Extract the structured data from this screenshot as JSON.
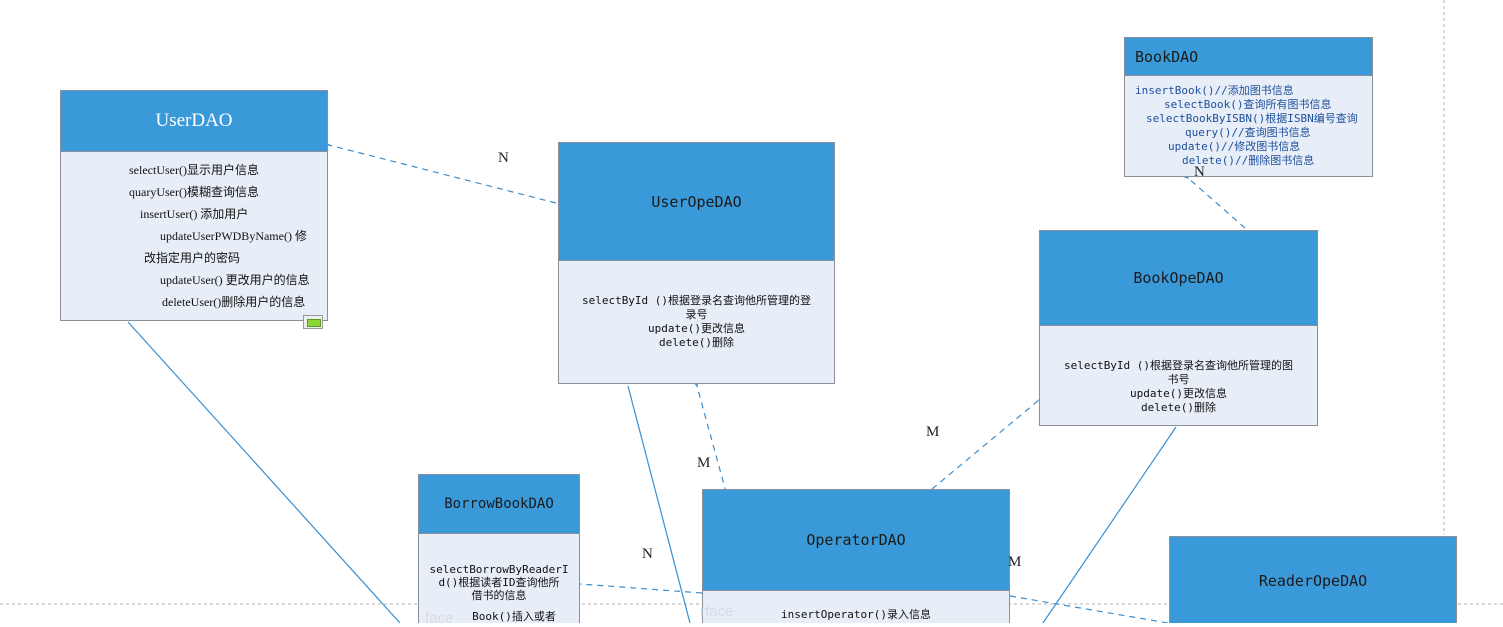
{
  "diagram": {
    "boxes": {
      "userdao": {
        "title": "UserDAO",
        "lines": [
          "selectUser()显示用户信息",
          "quaryUser()模糊查询信息",
          "insertUser() 添加用户",
          "updateUserPWDByName() 修",
          "改指定用户的密码",
          "updateUser() 更改用户的信息",
          "deleteUser()删除用户的信息"
        ]
      },
      "useropedao": {
        "title": "UserOpeDAO",
        "lines": [
          "selectById ()根据登录名查询他所管理的登",
          "录号",
          "update()更改信息",
          "delete()删除"
        ]
      },
      "bookdao": {
        "title": "BookDAO",
        "lines": [
          "insertBook()//添加图书信息",
          "selectBook()查询所有图书信息",
          "selectBookByISBN()根据ISBN编号查询",
          "query()//查询图书信息",
          "update()//修改图书信息",
          "delete()//删除图书信息"
        ]
      },
      "bookopedao": {
        "title": "BookOpeDAO",
        "lines": [
          "selectById ()根据登录名查询他所管理的图",
          "书号",
          "update()更改信息",
          "delete()删除"
        ]
      },
      "borrowbookdao": {
        "title": "BorrowBookDAO",
        "lines": [
          "selectBorrowByReaderI",
          "d()根据读者ID查询他所",
          "借书的信息",
          "Book()插入或者"
        ]
      },
      "operatordao": {
        "title": "OperatorDAO",
        "lines": [
          "insertOperator()录入信息"
        ]
      },
      "readeropedao": {
        "title": "ReaderOpeDAO",
        "lines": []
      }
    },
    "multiplicities": {
      "m1": "N",
      "m2": "N",
      "m3": "M",
      "m4": "M",
      "m5": "N",
      "m6": "M"
    },
    "interface_labels": {
      "i1": "face",
      "i2": "rface"
    },
    "colors": {
      "header": "#3a99d8",
      "body": "#e8eef8",
      "connector": "#3a8fd0",
      "border": "#8a8f99"
    }
  }
}
